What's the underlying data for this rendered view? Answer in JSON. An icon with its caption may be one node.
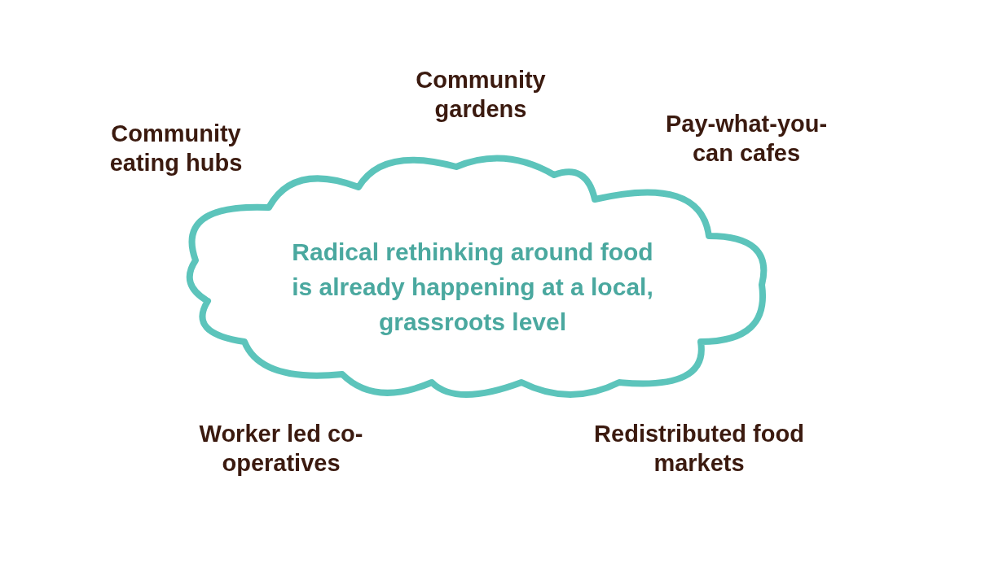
{
  "diagram": {
    "nodes": [
      {
        "text": [
          "Radical rethinking around food is already happening at a local, grassroots level"
        ]
      }
    ],
    "labels": [
      "Community gardens",
      "Community eating hubs",
      "Pay-what-you-can cafes",
      "Worker led co-operatives",
      "Redistributed food markets"
    ]
  }
}
